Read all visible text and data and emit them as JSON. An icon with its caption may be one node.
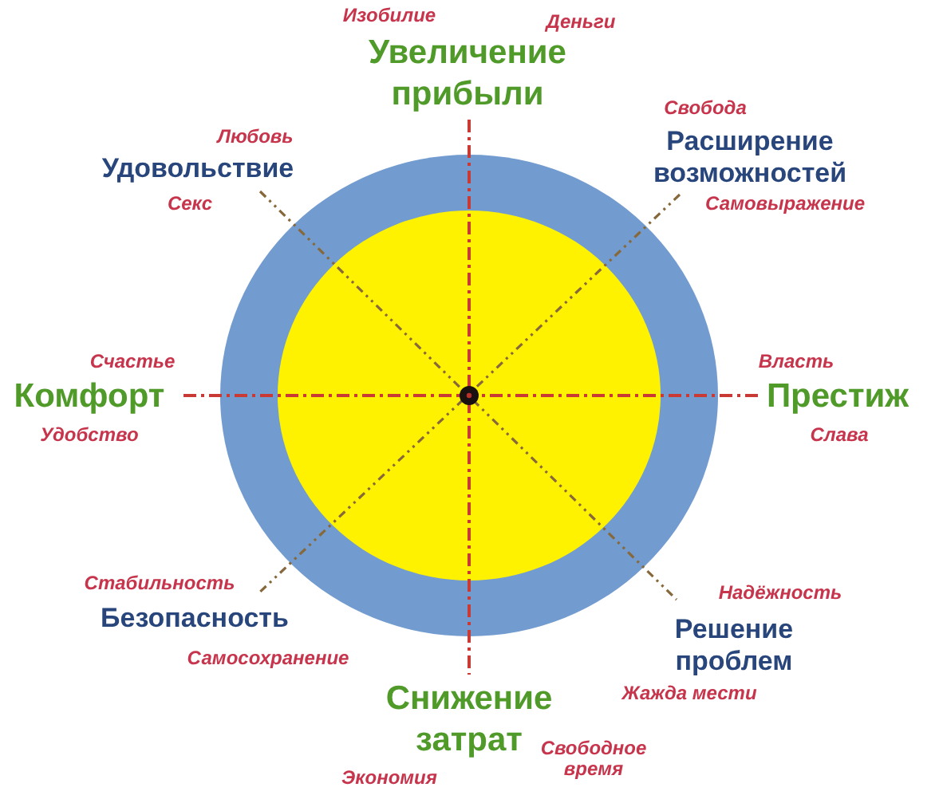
{
  "diagram": {
    "labels": [
      "Изобилие",
      "Деньги",
      "Увеличение прибыли",
      "Свобода",
      "Любовь",
      "Удовольствие",
      "Расширение возможностей",
      "Секс",
      "Самовыражение",
      "Счастье",
      "Власть",
      "Комфорт",
      "Престиж",
      "Удобство",
      "Слава",
      "Стабильность",
      "Надёжность",
      "Безопасность",
      "Решение проблем",
      "Самосохранение",
      "Снижение затрат",
      "Жажда мести",
      "Свободное время",
      "Экономия"
    ]
  }
}
